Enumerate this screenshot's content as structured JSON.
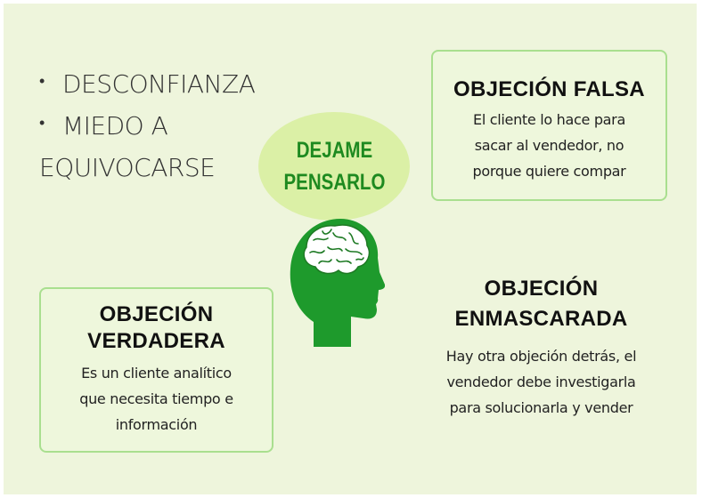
{
  "bullets": {
    "items": [
      "DESCONFIANZA",
      "MIEDO A"
    ],
    "continuation": "EQUIVOCARSE"
  },
  "center": {
    "line1": "DEJAME",
    "line2": "PENSARLO"
  },
  "cards": {
    "falsa": {
      "title": "OBJECIÓN FALSA",
      "lines": [
        "El cliente lo hace para",
        "sacar al vendedor, no",
        "porque quiere compar"
      ]
    },
    "enmascarada": {
      "title_lines": [
        "OBJECIÓN",
        "ENMASCARADA"
      ],
      "lines": [
        "Hay otra objeción detrás, el",
        "vendedor debe investigarla",
        "para solucionarla y vender"
      ]
    },
    "verdadera": {
      "title_lines": [
        "OBJECIÓN",
        "VERDADERA"
      ],
      "lines": [
        "Es un cliente analítico",
        "que necesita tiempo e",
        "información"
      ]
    }
  },
  "colors": {
    "background": "#eef5dc",
    "card_border": "#a9df8f",
    "bubble": "#dbf0a6",
    "brand_green": "#1e8a20",
    "head_green": "#1e9a2c"
  },
  "icons": {
    "head": "head-with-brain-icon"
  }
}
